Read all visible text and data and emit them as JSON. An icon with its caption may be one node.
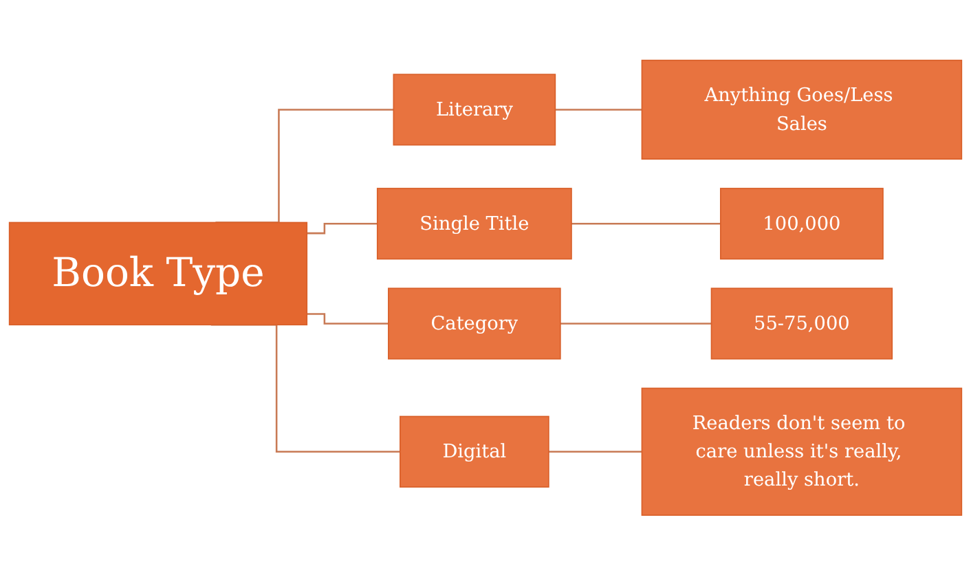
{
  "diagram": {
    "nodes": [
      {
        "text": [
          "Book Type"
        ]
      },
      {
        "text": [
          "Literary"
        ]
      },
      {
        "text": [
          "Anything Goes/Less Sales"
        ]
      },
      {
        "text": [
          "Single Title"
        ]
      },
      {
        "text": [
          "100,000"
        ]
      },
      {
        "text": [
          "Category"
        ]
      },
      {
        "text": [
          "55-75,000"
        ]
      },
      {
        "text": [
          "Digital"
        ]
      },
      {
        "text": [
          "Readers don't seem to care unless it's really, really short."
        ]
      }
    ],
    "edges": [
      {
        "from": 0,
        "to": 1,
        "arrow": "none"
      },
      {
        "from": 0,
        "to": 3,
        "arrow": "none"
      },
      {
        "from": 0,
        "to": 5,
        "arrow": "none"
      },
      {
        "from": 0,
        "to": 7,
        "arrow": "none"
      },
      {
        "from": 1,
        "to": 2,
        "arrow": "none"
      },
      {
        "from": 3,
        "to": 4,
        "arrow": "none"
      },
      {
        "from": 5,
        "to": 6,
        "arrow": "none"
      },
      {
        "from": 7,
        "to": 8,
        "arrow": "none"
      }
    ]
  }
}
